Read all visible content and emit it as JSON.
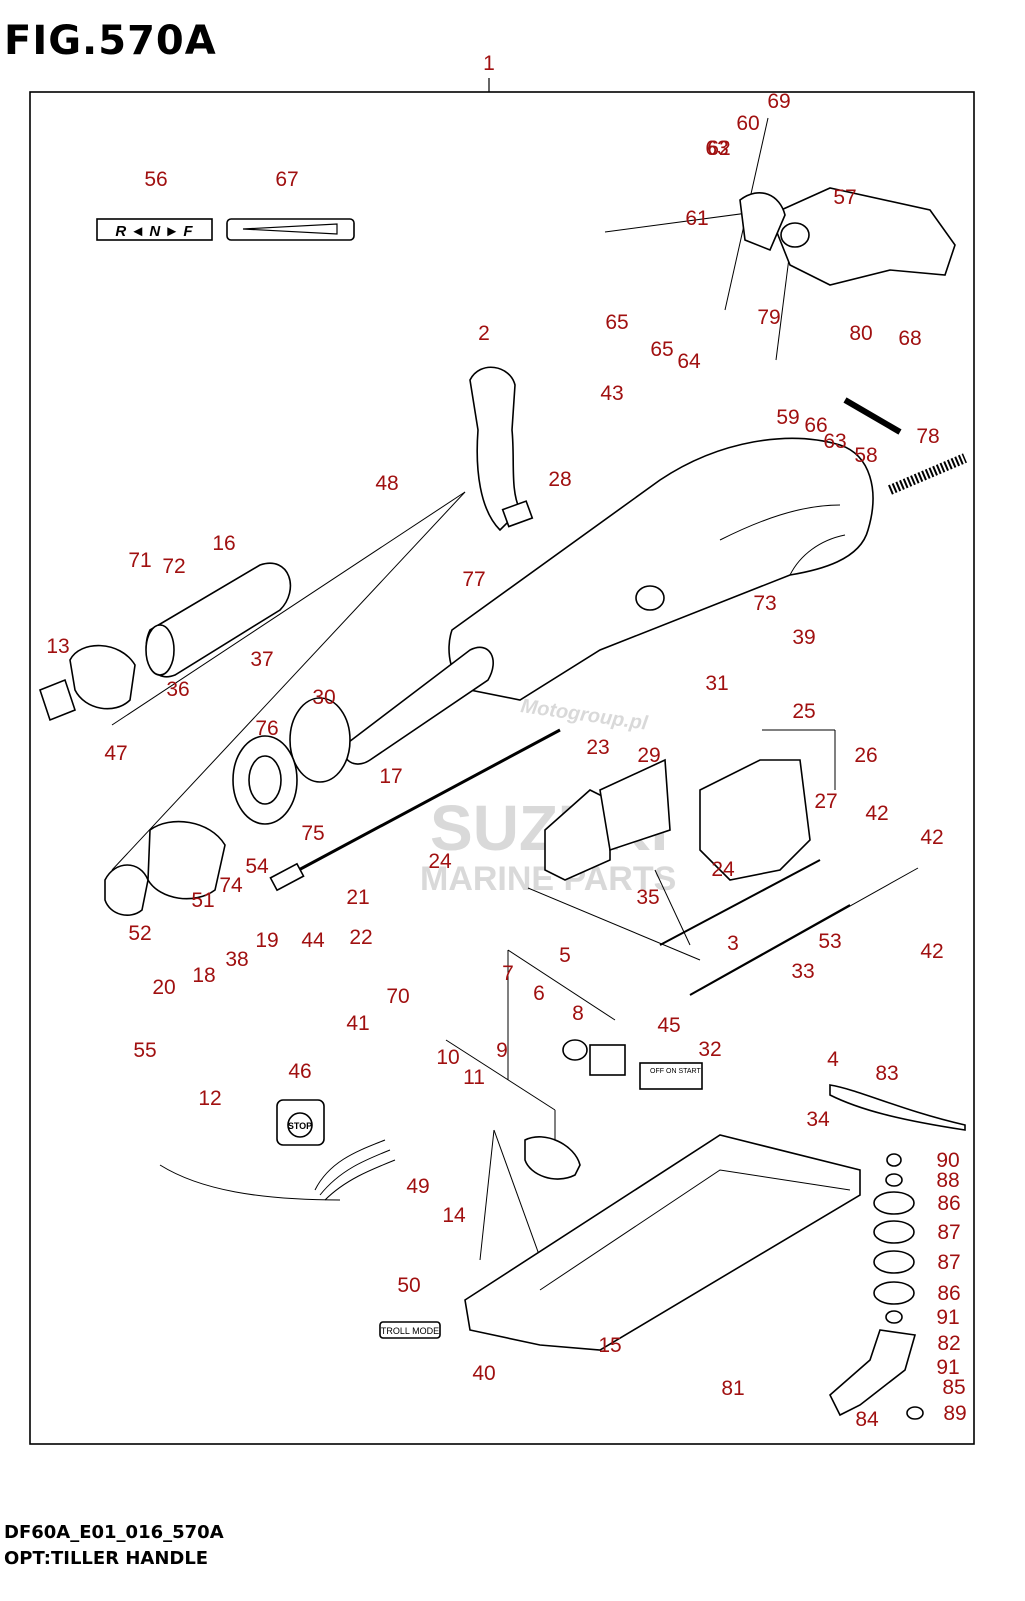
{
  "figure": {
    "title": "FIG.570A",
    "code": "DF60A_E01_016_570A",
    "name": "OPT:TILLER HANDLE"
  },
  "labels": {
    "shift_decal": "R ◄ N ► F",
    "troll_mode": "TROLL MODE",
    "stop_button": "STOP",
    "switch_off": "OFF",
    "switch_on_start": "ON START",
    "watermark_main": "SUZUKI",
    "watermark_sub": "MARINE PARTS",
    "watermark_site": "Motogroup.pl"
  },
  "callouts": [
    "1",
    "2",
    "3",
    "4",
    "5",
    "6",
    "7",
    "8",
    "9",
    "10",
    "11",
    "12",
    "13",
    "14",
    "15",
    "16",
    "17",
    "18",
    "19",
    "20",
    "21",
    "22",
    "23",
    "24",
    "24",
    "25",
    "26",
    "27",
    "28",
    "29",
    "30",
    "31",
    "32",
    "33",
    "34",
    "35",
    "36",
    "37",
    "38",
    "39",
    "40",
    "41",
    "42",
    "42",
    "42",
    "43",
    "44",
    "45",
    "46",
    "47",
    "48",
    "49",
    "50",
    "51",
    "52",
    "53",
    "54",
    "55",
    "56",
    "57",
    "58",
    "59",
    "60",
    "61",
    "62",
    "63",
    "63",
    "64",
    "65",
    "65",
    "66",
    "67",
    "68",
    "69",
    "70",
    "71",
    "72",
    "73",
    "74",
    "75",
    "76",
    "77",
    "78",
    "79",
    "80",
    "81",
    "82",
    "83",
    "84",
    "85",
    "86",
    "86",
    "87",
    "87",
    "88",
    "89",
    "90",
    "91",
    "91"
  ],
  "colors": {
    "callout": "#a01010",
    "line": "#000000",
    "watermark": "#d9d9d9"
  }
}
